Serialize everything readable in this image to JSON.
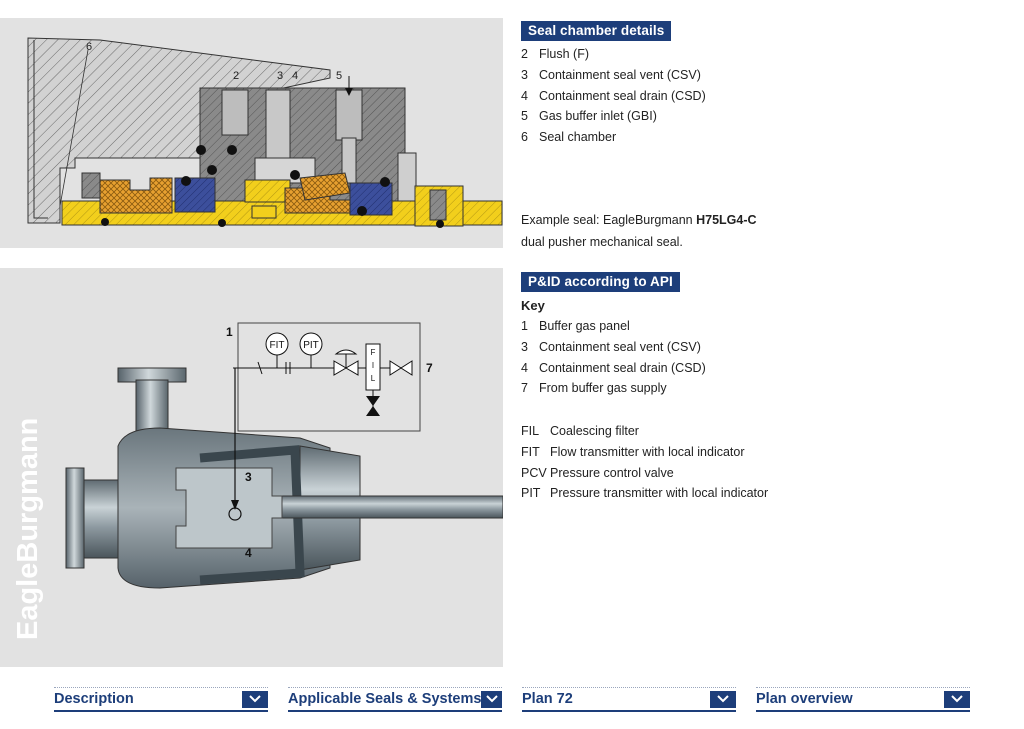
{
  "seal_chamber": {
    "heading": "Seal chamber details",
    "items": [
      {
        "num": "2",
        "text": "Flush (F)"
      },
      {
        "num": "3",
        "text": "Containment seal vent (CSV)"
      },
      {
        "num": "4",
        "text": "Containment seal drain (CSD)"
      },
      {
        "num": "5",
        "text": "Gas buffer inlet (GBI)"
      },
      {
        "num": "6",
        "text": "Seal chamber"
      }
    ],
    "example_prefix": "Example seal: EagleBurgmann ",
    "example_bold": "H75LG4-C",
    "example_line2": "dual pusher mechanical seal.",
    "drawing_labels": {
      "l2": "2",
      "l3": "3",
      "l4": "4",
      "l5": "5",
      "l6": "6"
    }
  },
  "pid": {
    "heading": "P&ID according to API",
    "key_label": "Key",
    "key_items": [
      {
        "num": "1",
        "text": "Buffer gas panel"
      },
      {
        "num": "3",
        "text": "Containment seal vent (CSV)"
      },
      {
        "num": "4",
        "text": "Containment seal drain (CSD)"
      },
      {
        "num": "7",
        "text": "From buffer gas supply"
      }
    ],
    "abbreviations": [
      {
        "abbr": "FIL",
        "text": "Coalescing filter"
      },
      {
        "abbr": "FIT",
        "text": "Flow transmitter with local indicator"
      },
      {
        "abbr": "PCV",
        "text": "Pressure control valve"
      },
      {
        "abbr": "PIT",
        "text": "Pressure transmitter with local indicator"
      }
    ],
    "diagram_labels": {
      "l1": "1",
      "l3": "3",
      "l4": "4",
      "l7": "7",
      "fit": "FIT",
      "pit": "PIT",
      "fil_f": "F",
      "fil_i": "I",
      "fil_l": "L"
    }
  },
  "brand": "EagleBurgmann",
  "nav": [
    {
      "label": "Description"
    },
    {
      "label": "Applicable Seals & Systems"
    },
    {
      "label": "Plan 72"
    },
    {
      "label": "Plan overview"
    }
  ],
  "colors": {
    "brand_blue": "#1d3e7a",
    "panel_gray": "#e2e2e2"
  }
}
